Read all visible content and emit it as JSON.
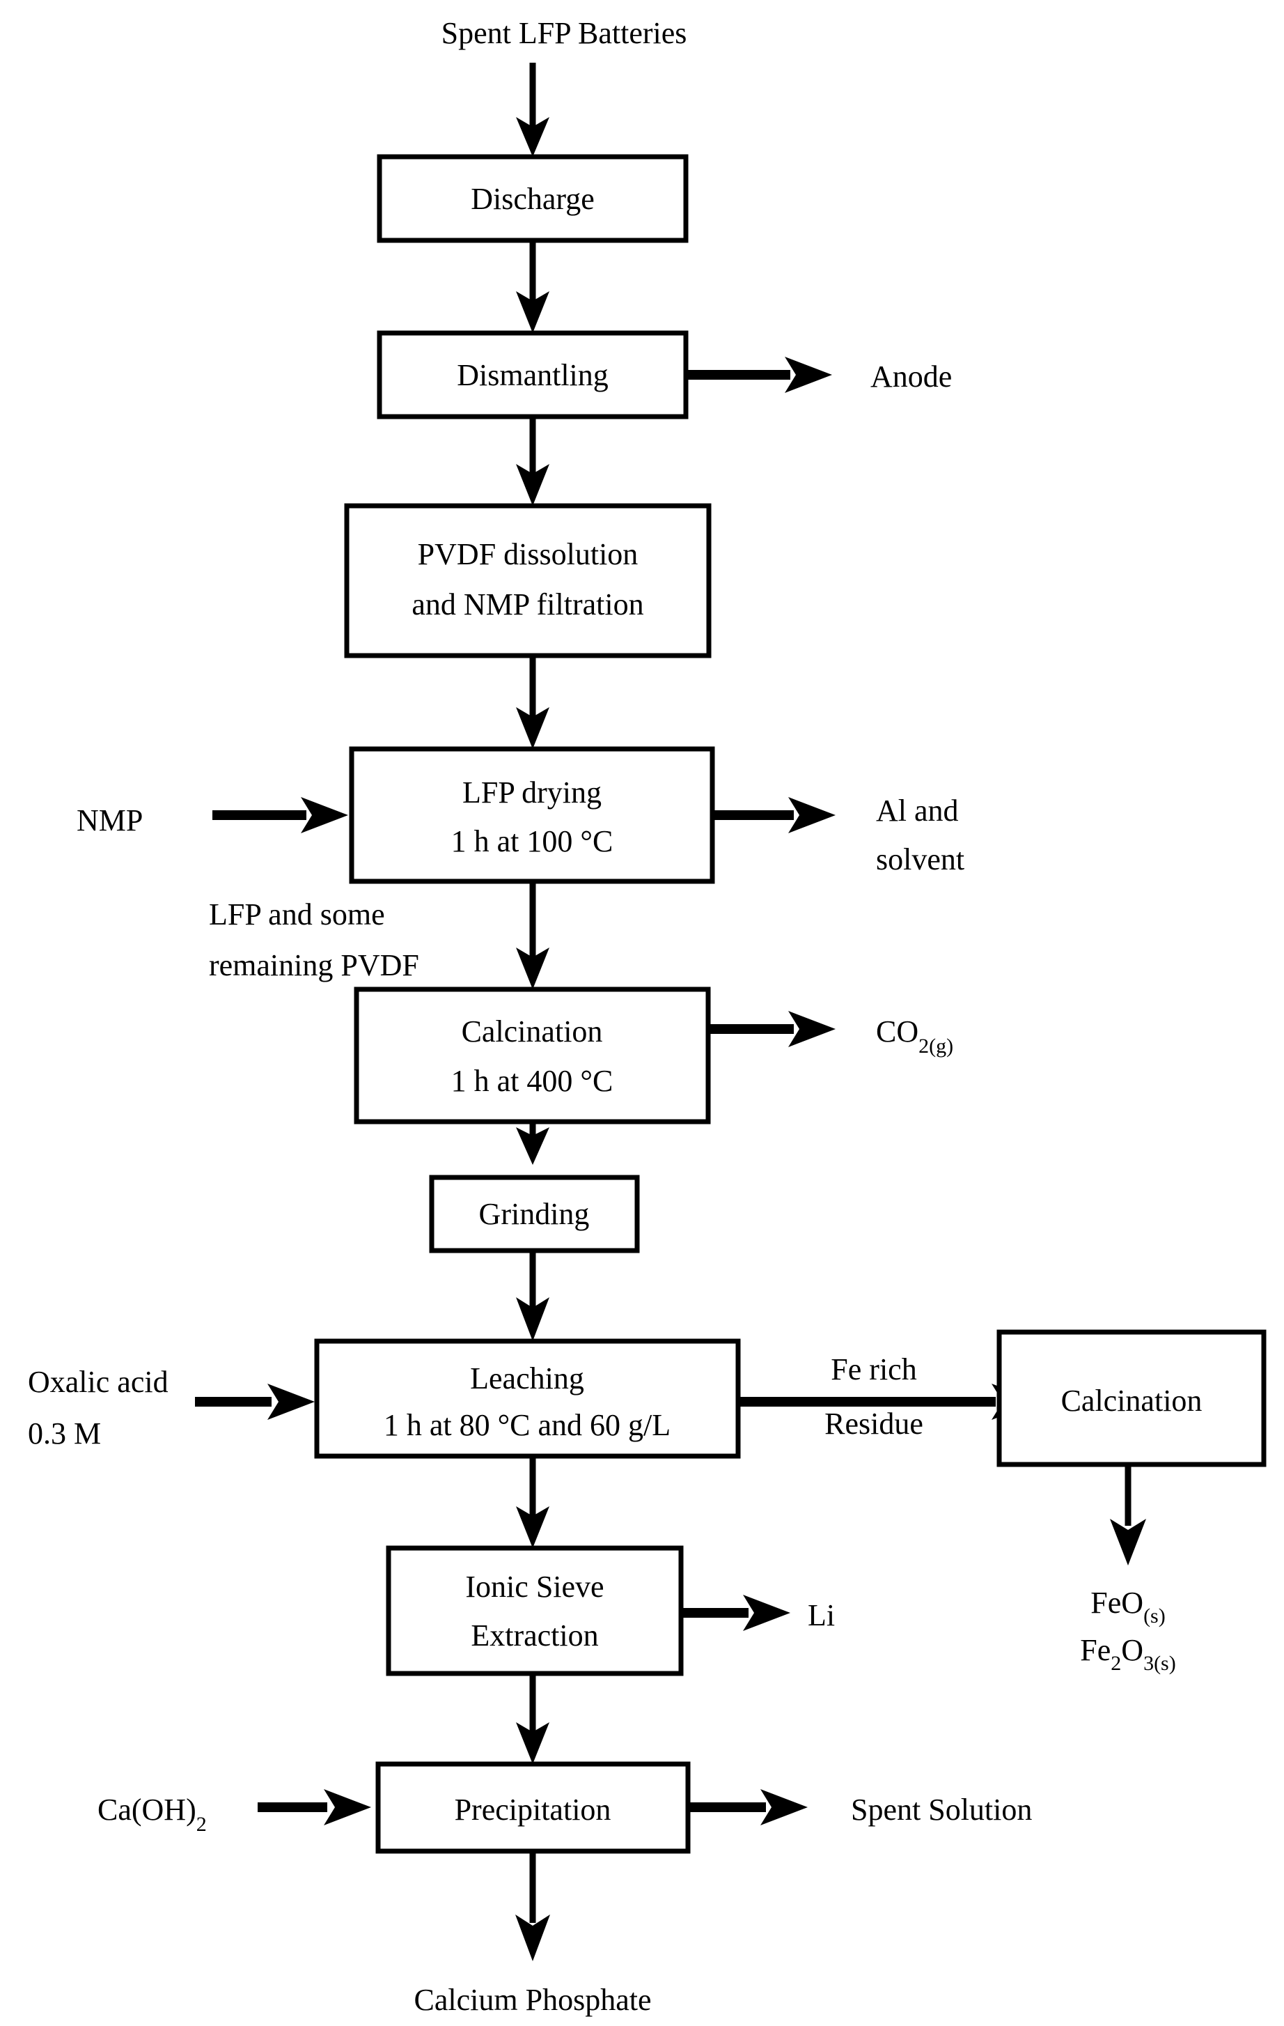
{
  "diagram": {
    "title": "Spent LFP Batteries recycling process flowchart",
    "type": "process-flow-diagram",
    "colors": {
      "background": "#ffffff",
      "stroke": "#000000",
      "box_fill": "#ffffff"
    },
    "nodes": [
      {
        "id": "discharge",
        "label": "Discharge",
        "shape": "rectangle"
      },
      {
        "id": "dismantling",
        "label": "Dismantling",
        "shape": "rectangle"
      },
      {
        "id": "pvdf",
        "label_line1": "PVDF dissolution",
        "label_line2": "and NMP filtration",
        "shape": "rectangle"
      },
      {
        "id": "lfp-drying",
        "label_line1": "LFP drying",
        "label_line2": "1 h at 100 °C",
        "shape": "rectangle"
      },
      {
        "id": "calcination-400",
        "label_line1": "Calcination",
        "label_line2": "1 h at 400 °C",
        "shape": "rectangle"
      },
      {
        "id": "grinding",
        "label": "Grinding",
        "shape": "rectangle"
      },
      {
        "id": "leaching",
        "label_line1": "Leaching",
        "label_line2": "1 h at 80 °C and 60 g/L",
        "shape": "rectangle"
      },
      {
        "id": "calcination-residue",
        "label": "Calcination",
        "shape": "rectangle"
      },
      {
        "id": "ionic-sieve",
        "label_line1": "Ionic Sieve",
        "label_line2": "Extraction",
        "shape": "rectangle"
      },
      {
        "id": "precipitation",
        "label": "Precipitation",
        "shape": "rectangle"
      }
    ],
    "io_labels": {
      "input_top": "Spent LFP Batteries",
      "anode": "Anode",
      "nmp": "NMP",
      "al_and_solvent_line1": "Al and",
      "al_and_solvent_line2": "solvent",
      "lfp_pvdf_line1": "LFP and some",
      "lfp_pvdf_line2": "remaining PVDF",
      "co2": "CO",
      "co2_sub": "2(g)",
      "oxalic_acid_line1": "Oxalic acid",
      "oxalic_acid_line2": "0.3 M",
      "fe_rich_line1": "Fe rich",
      "fe_rich_line2": "Residue",
      "feo": "FeO",
      "feo_sub": "(s)",
      "fe2o3_a": "Fe",
      "fe2o3_sub1": "2",
      "fe2o3_b": "O",
      "fe2o3_sub2": "3(s)",
      "lithium": "Li",
      "calcium_hydroxide": "Ca(OH)",
      "calcium_hydroxide_sub": "2",
      "spent_solution": "Spent Solution",
      "output_bottom": "Calcium Phosphate"
    },
    "flows": [
      {
        "from": "input_top",
        "to": "discharge",
        "direction": "down"
      },
      {
        "from": "discharge",
        "to": "dismantling",
        "direction": "down"
      },
      {
        "from": "dismantling",
        "to": "anode",
        "direction": "right"
      },
      {
        "from": "dismantling",
        "to": "pvdf",
        "direction": "down"
      },
      {
        "from": "pvdf",
        "to": "lfp-drying",
        "direction": "down"
      },
      {
        "from": "nmp",
        "to": "lfp-drying",
        "direction": "right"
      },
      {
        "from": "lfp-drying",
        "to": "al_and_solvent",
        "direction": "right"
      },
      {
        "from": "lfp-drying",
        "to": "calcination-400",
        "direction": "down",
        "label": "LFP and some remaining PVDF"
      },
      {
        "from": "calcination-400",
        "to": "co2",
        "direction": "right"
      },
      {
        "from": "calcination-400",
        "to": "grinding",
        "direction": "down"
      },
      {
        "from": "grinding",
        "to": "leaching",
        "direction": "down"
      },
      {
        "from": "oxalic_acid",
        "to": "leaching",
        "direction": "right"
      },
      {
        "from": "leaching",
        "to": "calcination-residue",
        "direction": "right",
        "label": "Fe rich Residue"
      },
      {
        "from": "calcination-residue",
        "to": "iron_oxides",
        "direction": "down"
      },
      {
        "from": "leaching",
        "to": "ionic-sieve",
        "direction": "down"
      },
      {
        "from": "ionic-sieve",
        "to": "lithium",
        "direction": "right"
      },
      {
        "from": "ionic-sieve",
        "to": "precipitation",
        "direction": "down"
      },
      {
        "from": "calcium_hydroxide",
        "to": "precipitation",
        "direction": "right"
      },
      {
        "from": "precipitation",
        "to": "spent_solution",
        "direction": "right"
      },
      {
        "from": "precipitation",
        "to": "output_bottom",
        "direction": "down"
      }
    ]
  }
}
